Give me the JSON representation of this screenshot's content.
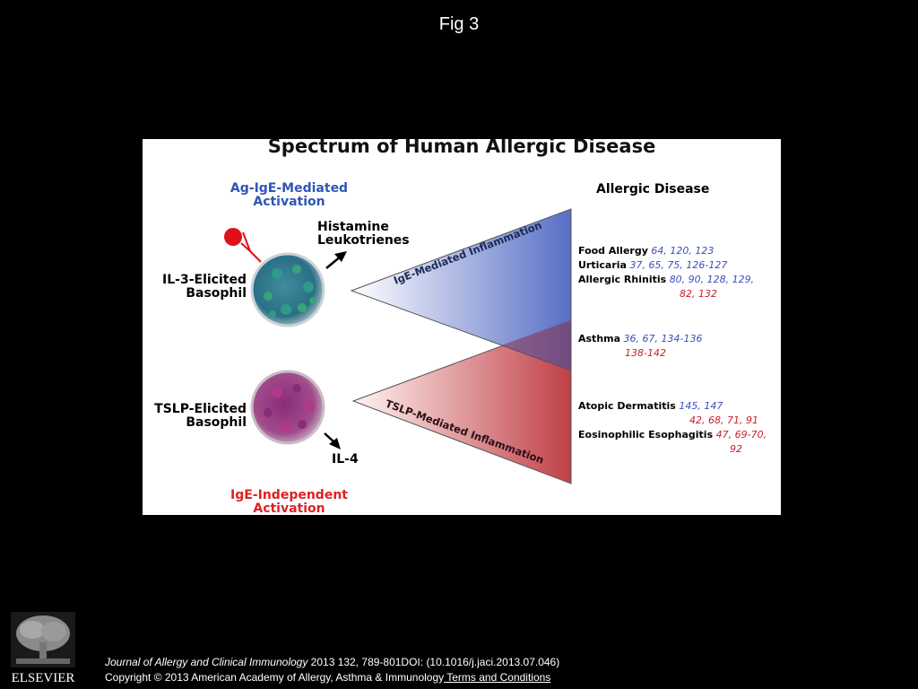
{
  "slide": {
    "title": "Fig 3"
  },
  "figure": {
    "title": "Spectrum of Human Allergic Disease",
    "top_activation": [
      "Ag-IgE-Mediated",
      "Activation"
    ],
    "bottom_activation": [
      "IgE-Independent",
      "Activation"
    ],
    "top_cell": [
      "IL-3-Elicited",
      "Basophil"
    ],
    "bottom_cell": [
      "TSLP-Elicited",
      "Basophil"
    ],
    "top_mediators": [
      "Histamine",
      "Leukotrienes"
    ],
    "bottom_mediator": "IL-4",
    "upper_wedge_label": "IgE-Mediated Inflammation",
    "lower_wedge_label": "TSLP-Mediated Inflammation",
    "disease_header": "Allergic Disease",
    "diseases": {
      "food_allergy": {
        "name": "Food Allergy",
        "refs_blue": "64, 120, 123"
      },
      "urticaria": {
        "name": "Urticaria",
        "refs_blue": "37, 65, 75, 126-127"
      },
      "allergic_rhinitis": {
        "name": "Allergic Rhinitis",
        "refs_blue": "80, 90, 128, 129,",
        "refs_red": "82, 132"
      },
      "asthma": {
        "name": "Asthma",
        "refs_blue": "36, 67, 134-136",
        "refs_red": "138-142"
      },
      "atopic_dermatitis": {
        "name": "Atopic Dermatitis",
        "refs_blue": "145, 147",
        "refs_red": "42, 68, 71, 91"
      },
      "eosinophilic_esophagitis": {
        "name": "Eosinophilic Esophagitis",
        "refs_red_1": "47, 69-70,",
        "refs_red_2": "92"
      }
    },
    "colors": {
      "blue": "#2f55b5",
      "red": "#e02020",
      "wedge_blue": "#4a62c0",
      "wedge_red": "#c04048"
    }
  },
  "footer": {
    "journal": "Journal of Allergy and Clinical Immunology",
    "citation": " 2013 132, 789-801DOI: (10.1016/j.jaci.2013.07.046)",
    "copyright": "Copyright © 2013 American Academy of Allergy, Asthma & Immunology",
    "terms_link": " Terms and Conditions"
  },
  "publisher": {
    "name": "ELSEVIER",
    "icon": "elsevier-tree-logo"
  }
}
